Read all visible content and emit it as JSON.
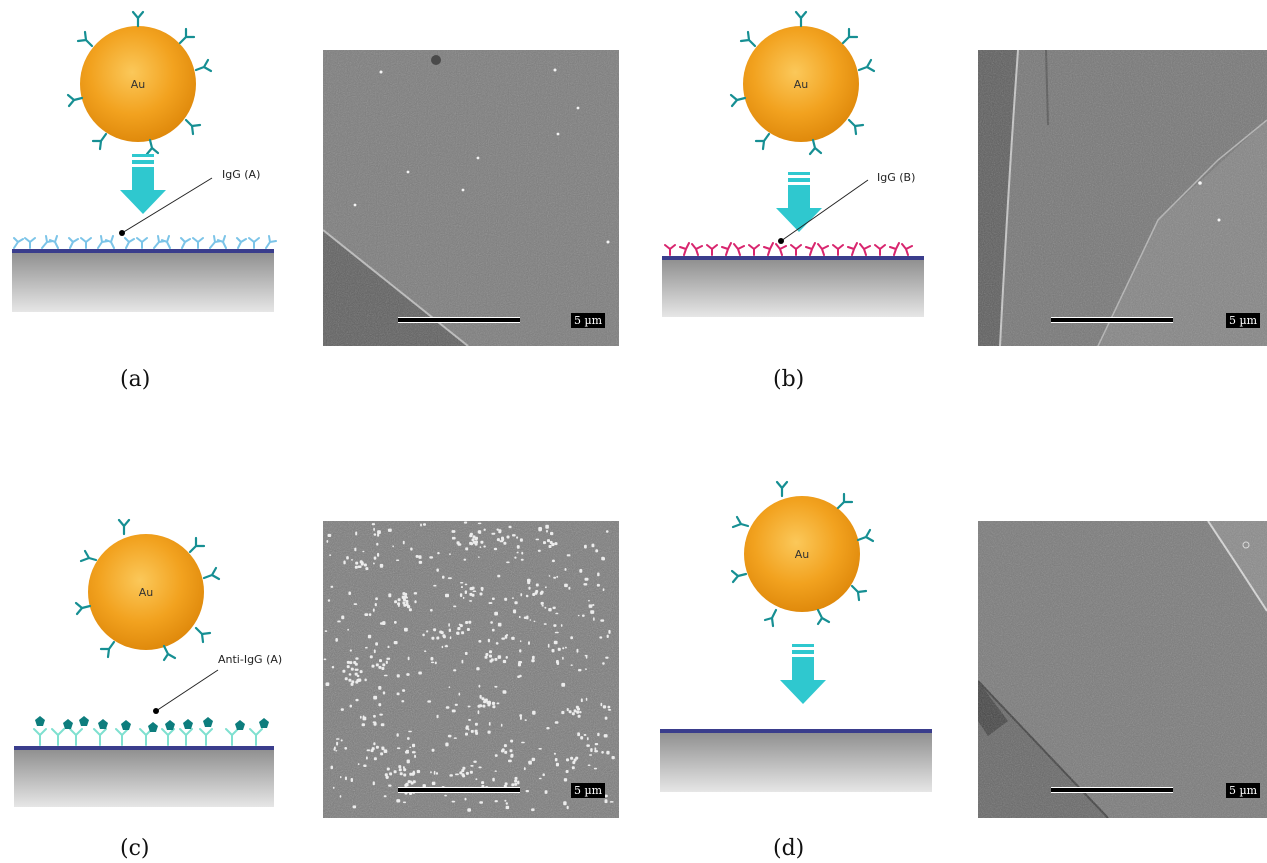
{
  "figure": {
    "panels": [
      {
        "caption": "(a)",
        "particle_label": "Au",
        "callout": "IgG (A)",
        "scale_bar_label": "5 µm",
        "surface_color": "#7cc4e8",
        "sem_texture": "smooth"
      },
      {
        "caption": "(b)",
        "particle_label": "Au",
        "callout": "IgG (B)",
        "scale_bar_label": "5 µm",
        "surface_color": "#d8256e",
        "sem_texture": "smooth"
      },
      {
        "caption": "(c)",
        "particle_label": "Au",
        "callout": "Anti-IgG (A)",
        "scale_bar_label": "5 µm",
        "surface_color": "#22a99a",
        "sem_texture": "dense-particles"
      },
      {
        "caption": "(d)",
        "particle_label": "Au",
        "callout": "",
        "scale_bar_label": "5 µm",
        "surface_color": "",
        "sem_texture": "smooth"
      }
    ]
  },
  "colors": {
    "gold": "#f2a21f",
    "arrow": "#2fc8cf",
    "antibody": "#168f93",
    "substrate_line": "#3a3d8c",
    "anti_igg_head": "#0d7d7d"
  }
}
